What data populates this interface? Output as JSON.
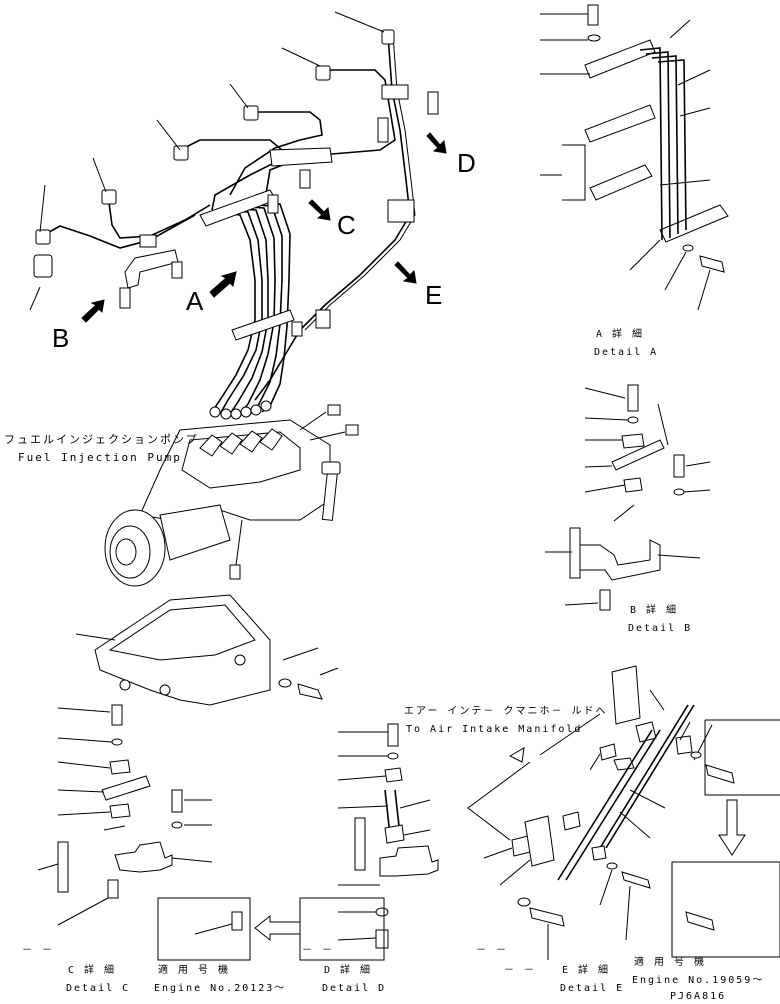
{
  "view_letters": {
    "a": "A",
    "b": "B",
    "c": "C",
    "d": "D",
    "e": "E"
  },
  "pump": {
    "jp": "フュエルインジェクションポンプ",
    "en": "Fuel Injection Pump"
  },
  "detail_a": {
    "jp": "A 詳 細",
    "en": "Detail A"
  },
  "detail_b": {
    "jp": "B 詳 細",
    "en": "Detail B"
  },
  "detail_c": {
    "jp": "C 詳 細",
    "en": "Detail C"
  },
  "detail_d": {
    "jp": "D 詳 細",
    "en": "Detail D"
  },
  "detail_e": {
    "jp": "E 詳 細",
    "en": "Detail E"
  },
  "manifold": {
    "jp": "エアー インテ－ クマニホ－ ルドへ",
    "en": "To Air Intake Manifold"
  },
  "applicable_c": {
    "jp": "適 用 号 機",
    "en": "Engine No.20123～"
  },
  "applicable_e": {
    "jp": "適 用 号 機",
    "en": "Engine No.19059～"
  },
  "dashes": {
    "c": "－ －",
    "d": "－ －",
    "e1": "－ －",
    "e2": "－ －"
  },
  "drawing_code": "PJ6A816",
  "icons": [
    "arrow-icon",
    "bolt-icon",
    "washer-icon",
    "clamp-icon",
    "bracket-icon",
    "spacer-icon"
  ]
}
